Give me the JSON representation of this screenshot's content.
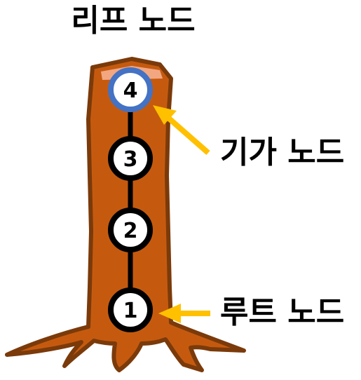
{
  "labels": {
    "leaf": "리프 노드",
    "gija": "기가 노드",
    "root": "루트 노드"
  },
  "nodes": [
    {
      "id": "node-4",
      "label": "4"
    },
    {
      "id": "node-3",
      "label": "3"
    },
    {
      "id": "node-2",
      "label": "2"
    },
    {
      "id": "node-1",
      "label": "1"
    }
  ],
  "colors": {
    "trunk": "#c55a0f",
    "trunk_outline": "#7b3a0a",
    "trunk_top": "#f2a781",
    "highlight_ring": "#4472c4",
    "arrow": "#ffc000",
    "node_fill": "#ffffff",
    "node_stroke": "#000000"
  }
}
